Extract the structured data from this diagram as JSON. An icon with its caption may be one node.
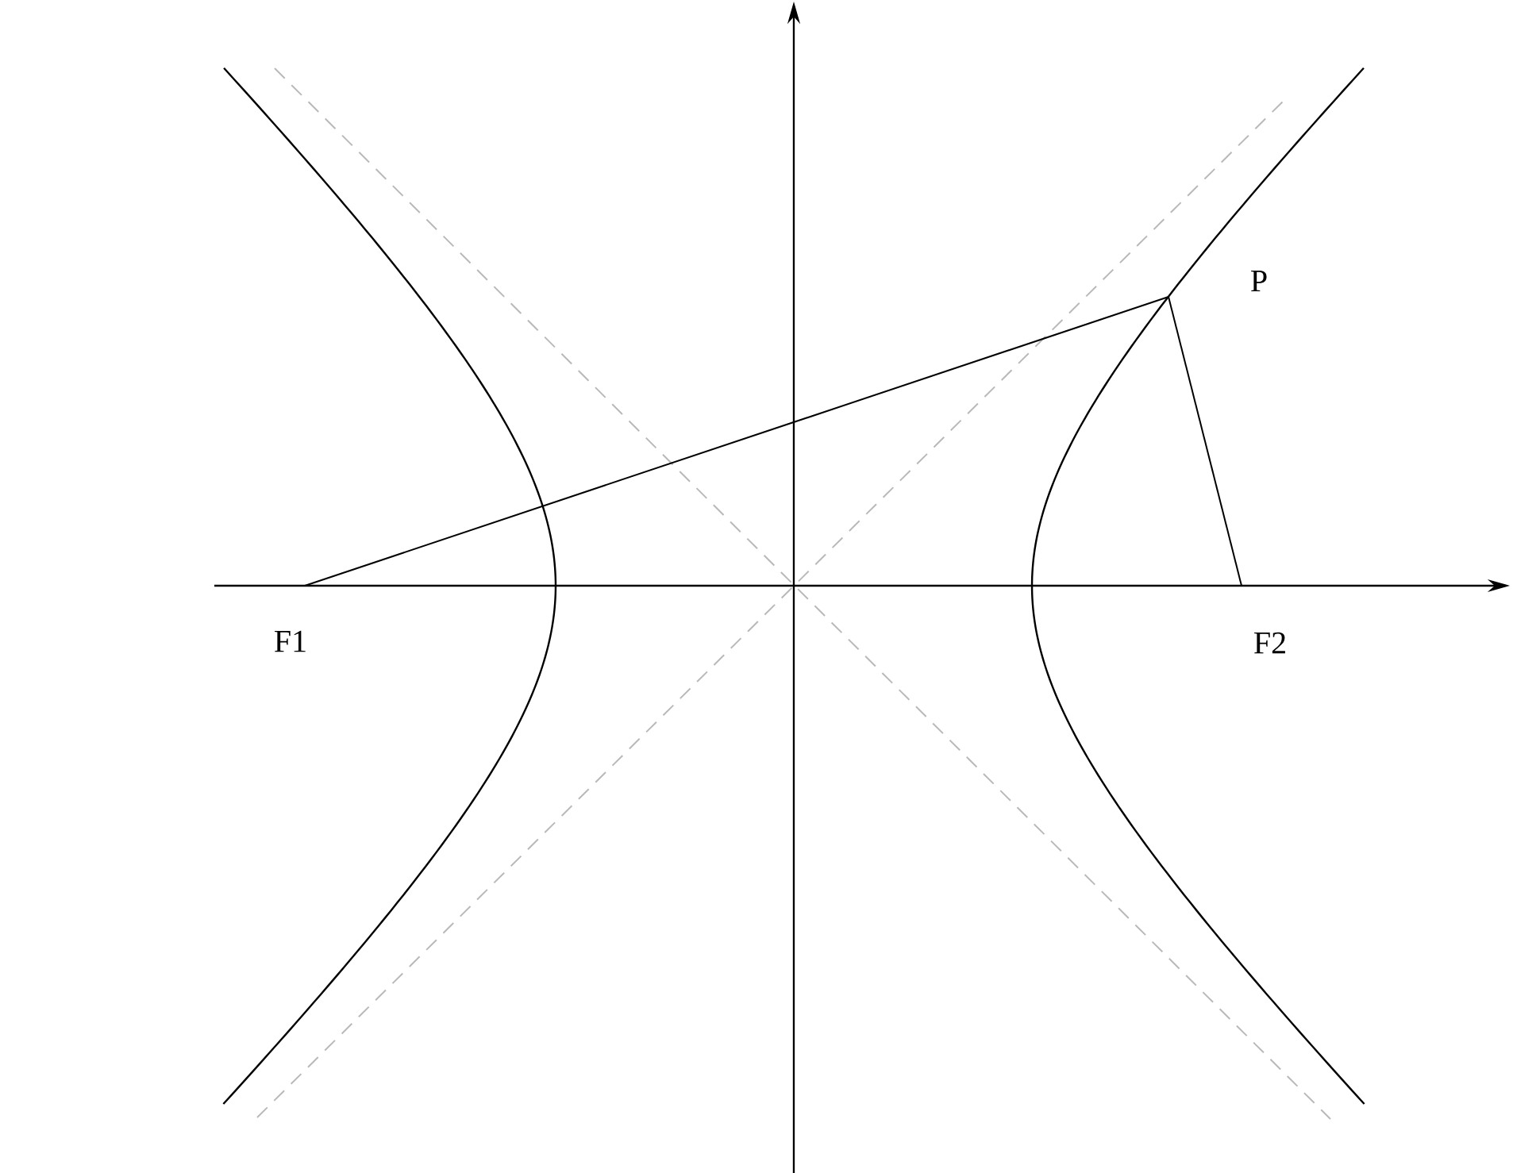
{
  "diagram": {
    "nodes": [
      {
        "text": [
          "F1"
        ]
      },
      {
        "text": [
          "P"
        ]
      },
      {
        "text": [
          "F2"
        ]
      }
    ],
    "edges": [
      {
        "from": 0,
        "to": 1,
        "arrow": "none"
      },
      {
        "from": 1,
        "to": 2,
        "arrow": "none"
      }
    ]
  }
}
